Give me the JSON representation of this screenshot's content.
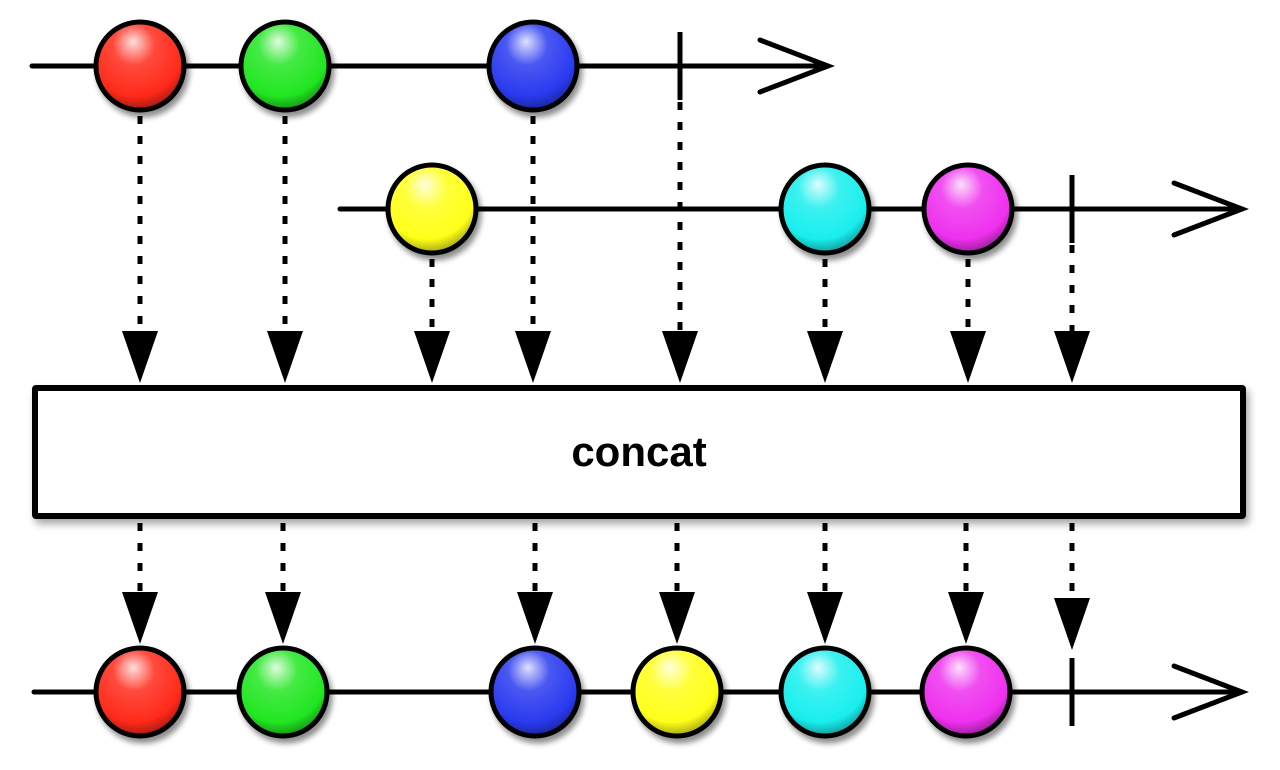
{
  "operator": {
    "label": "concat"
  },
  "marble_colors": {
    "red": "#ff2a1a",
    "green": "#22e622",
    "blue": "#2a3af0",
    "yellow": "#ffff1a",
    "cyan": "#1aeeee",
    "magenta": "#ee30ee"
  },
  "streams": {
    "source_1": {
      "marbles": [
        "red",
        "green",
        "blue"
      ],
      "completes": true
    },
    "source_2": {
      "marbles": [
        "yellow",
        "cyan",
        "magenta"
      ],
      "completes": true
    },
    "output": {
      "marbles": [
        "red",
        "green",
        "blue",
        "yellow",
        "cyan",
        "magenta"
      ],
      "completes": true
    }
  }
}
